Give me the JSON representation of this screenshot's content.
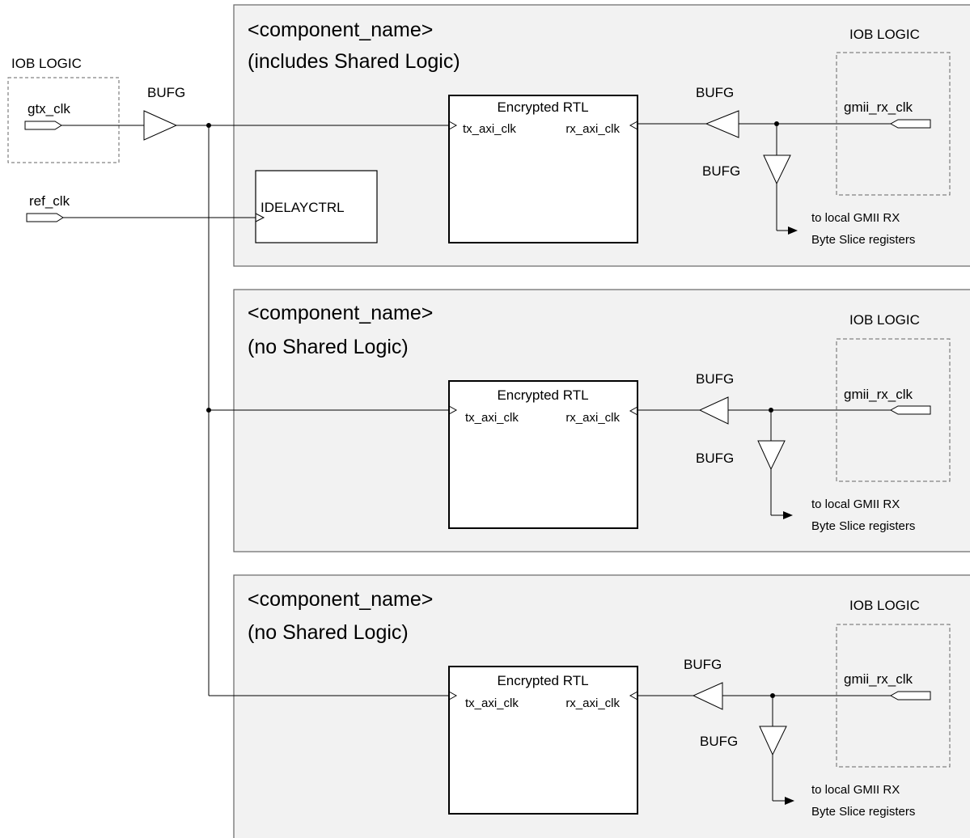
{
  "external": {
    "iob_label": "IOB LOGIC",
    "gtx_clk": "gtx_clk",
    "ref_clk": "ref_clk",
    "bufg": "BUFG",
    "idelayctrl": "IDELAYCTRL"
  },
  "blocks": [
    {
      "title_line1": "<component_name>",
      "title_line2": "(includes Shared Logic)",
      "iob_label": "IOB LOGIC",
      "gmii_rx_clk": "gmii_rx_clk",
      "bufg_rx": "BUFG",
      "bufg_local": "BUFG",
      "rtl_title": "Encrypted RTL",
      "tx_port": "tx_axi_clk",
      "rx_port": "rx_axi_clk",
      "dest_line1": "to local GMII RX",
      "dest_line2": "Byte Slice registers"
    },
    {
      "title_line1": "<component_name>",
      "title_line2": "(no Shared Logic)",
      "iob_label": "IOB LOGIC",
      "gmii_rx_clk": "gmii_rx_clk",
      "bufg_rx": "BUFG",
      "bufg_local": "BUFG",
      "rtl_title": "Encrypted RTL",
      "tx_port": "tx_axi_clk",
      "rx_port": "rx_axi_clk",
      "dest_line1": "to local GMII RX",
      "dest_line2": "Byte Slice registers"
    },
    {
      "title_line1": "<component_name>",
      "title_line2": "(no Shared Logic)",
      "iob_label": "IOB LOGIC",
      "gmii_rx_clk": "gmii_rx_clk",
      "bufg_rx": "BUFG",
      "bufg_local": "BUFG",
      "rtl_title": "Encrypted RTL",
      "tx_port": "tx_axi_clk",
      "rx_port": "rx_axi_clk",
      "dest_line1": "to local GMII RX",
      "dest_line2": "Byte Slice registers"
    }
  ]
}
